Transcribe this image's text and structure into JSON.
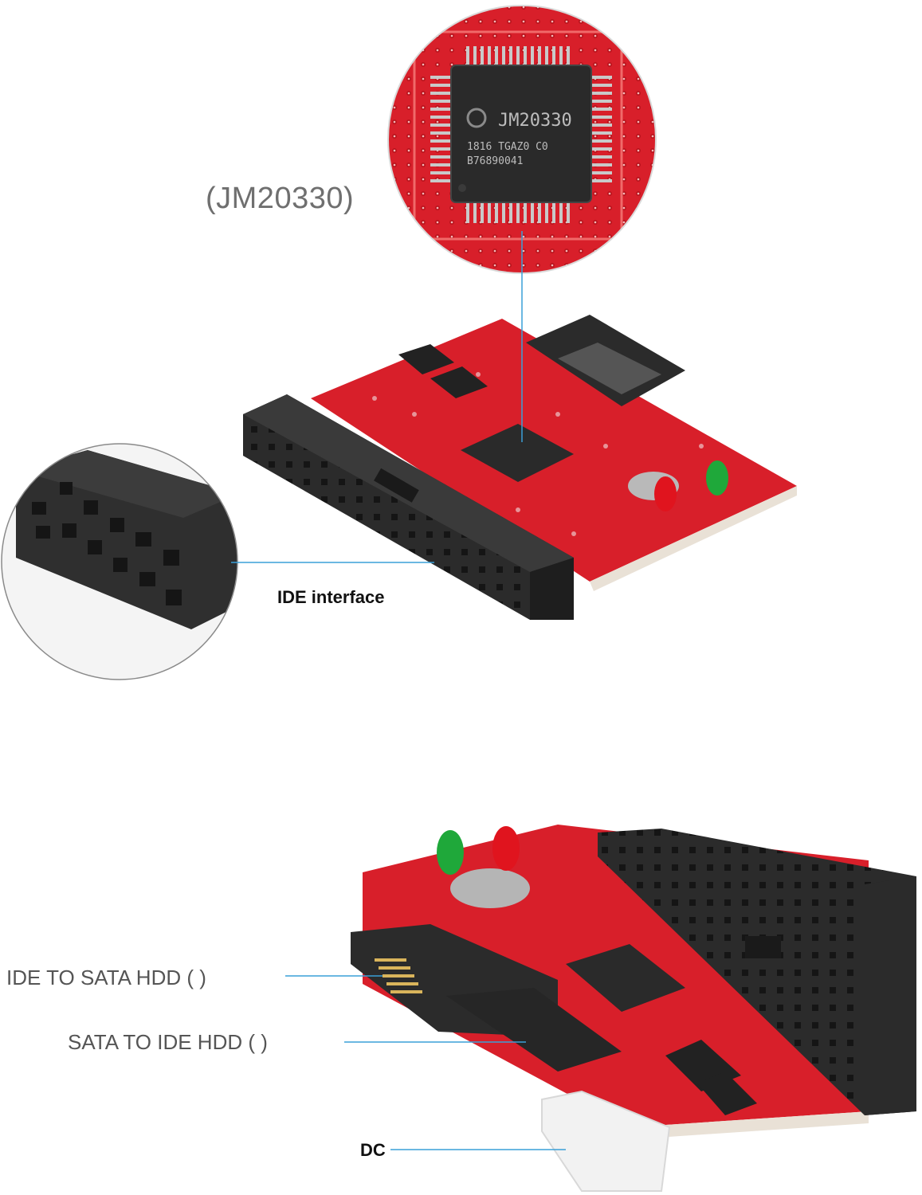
{
  "labels": {
    "chip_model": "(JM20330)",
    "ide_interface": "IDE interface",
    "ide_to_sata": "IDE TO SATA HDD (        )",
    "sata_to_ide": "SATA TO IDE HDD (         )",
    "dc": "DC"
  },
  "chip_markings": {
    "line1": "JM20330",
    "line2": "1816  TGAZ0  C0",
    "line3": "B76890041"
  },
  "colors": {
    "pcb_red": "#d81f2a",
    "connector_black": "#2b2b2b",
    "callout_line": "#3aa0d8",
    "led_green": "#1fa83a",
    "led_red": "#e0141e"
  },
  "icons": [
    "chip-zoom-circle",
    "ide-connector-zoom-circle",
    "adapter-board-top",
    "adapter-board-bottom"
  ]
}
